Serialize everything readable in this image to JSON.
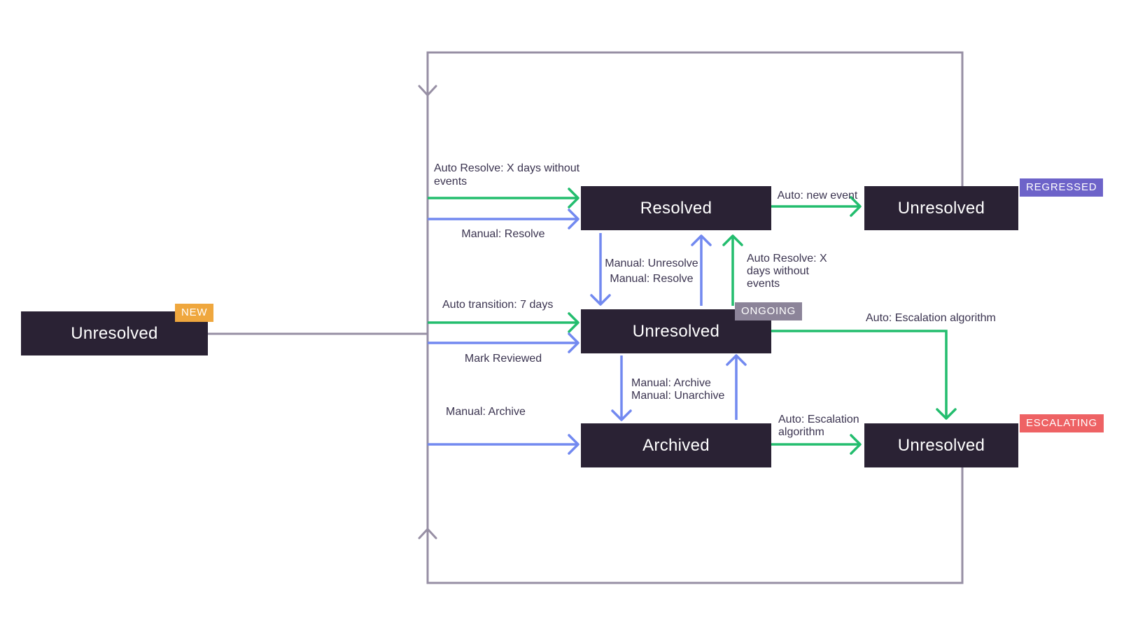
{
  "colors": {
    "auto": "#23bd6e",
    "manual": "#7289f0",
    "structural": "#978fa4",
    "box_bg": "#2a2234",
    "box_text": "#ffffff",
    "label_text": "#3b3450",
    "badge_new": "#efa73e",
    "badge_ongoing": "#8c8499",
    "badge_regressed": "#6d63c9",
    "badge_escalating": "#ee6264",
    "background": "#ffffff"
  },
  "states": {
    "new": {
      "label": "Unresolved",
      "badge": "NEW"
    },
    "resolved": {
      "label": "Resolved"
    },
    "ongoing": {
      "label": "Unresolved",
      "badge": "ONGOING"
    },
    "archived": {
      "label": "Archived"
    },
    "regressed": {
      "label": "Unresolved",
      "badge": "REGRESSED"
    },
    "escalating": {
      "label": "Unresolved",
      "badge": "ESCALATING"
    }
  },
  "edges": {
    "auto_resolve_feed": "Auto Resolve: X days without\nevents",
    "manual_resolve_feed": "Manual: Resolve",
    "auto_transition": "Auto transition: 7 days",
    "mark_reviewed": "Mark Reviewed",
    "manual_archive_feed": "Manual: Archive",
    "manual_unresolve_resolve": "Manual: Unresolve\nManual: Resolve",
    "auto_resolve_up": "Auto Resolve: X\ndays without\nevents",
    "auto_new_event": "Auto: new event",
    "auto_escalation_ongoing": "Auto: Escalation algorithm",
    "manual_archive_unarchive": "Manual: Archive\nManual: Unarchive",
    "auto_escalation_archived": "Auto: Escalation\nalgorithm"
  }
}
